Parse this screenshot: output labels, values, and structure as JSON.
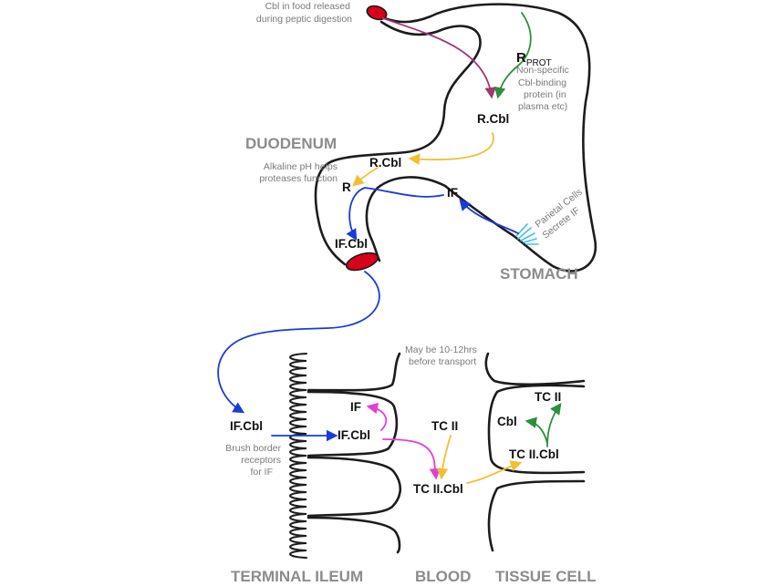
{
  "colors": {
    "magenta": "#9c3a73",
    "green": "#2f8f3e",
    "yellow": "#f2bf33",
    "blue": "#1a3bd9",
    "pink": "#e23fd6",
    "red": "#d8001b",
    "cyan": "#44bdf0",
    "outline": "#1c1c1c",
    "note_grey": "#7a7a7a",
    "region_grey": "#8c8c8c"
  },
  "notes": {
    "cbl_food_1": "Cbl in food released",
    "cbl_food_2": "during peptic digestion",
    "nonspecific_1": "Non-specific",
    "nonspecific_2": "Cbl-binding",
    "nonspecific_3": "protein (in",
    "nonspecific_4": "plasma etc)",
    "alkaline_1": "Alkaline pH helps",
    "alkaline_2": "proteases function",
    "parietal_1": "Parietal Cells",
    "parietal_2": "Secrete IF",
    "transport_1": "May be 10-12hrs",
    "transport_2": "before transport",
    "brush_1": "Brush border",
    "brush_2": "receptors",
    "brush_3": "for IF"
  },
  "labels": {
    "r_prot_main": "R",
    "r_prot_sub": "PROT",
    "r_cbl_stomach": "R.Cbl",
    "r_cbl_duodenum": "R.Cbl",
    "r_duodenum": "R",
    "if_duodenum": "IF",
    "if_cbl_duodenum": "IF.Cbl",
    "if_cbl_lumen": "IF.Cbl",
    "if_cbl_ileum": "IF.Cbl",
    "if_ileum": "IF",
    "tc2_blood": "TC II",
    "tc2_cbl_blood": "TC II.Cbl",
    "tc2_cell": "TC II",
    "cbl_cell": "Cbl",
    "tc2_cbl_cell": "TC II.Cbl"
  },
  "regions": {
    "duodenum": "DUODENUM",
    "stomach": "STOMACH",
    "terminal_ileum": "TERMINAL ILEUM",
    "blood": "BLOOD",
    "tissue_cell": "TISSUE CELL"
  }
}
